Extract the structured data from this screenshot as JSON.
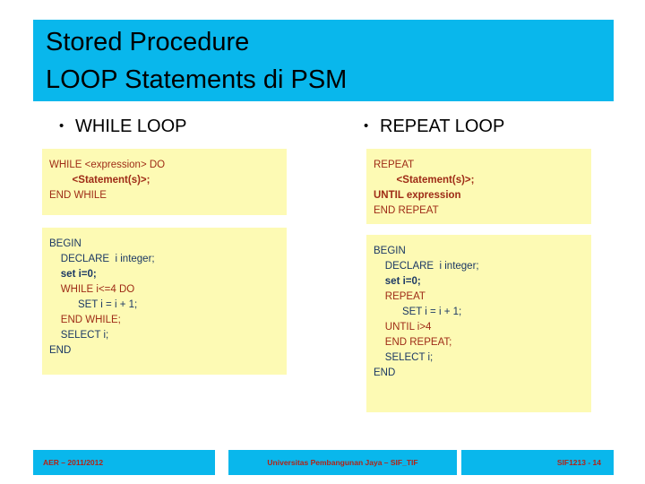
{
  "slide": {
    "title_lines": [
      "Stored Procedure",
      "LOOP Statements di PSM"
    ],
    "banner_color": "#09B7EC",
    "code_box_color": "#FDFAB4",
    "code_red": "#9E2B16",
    "code_navy": "#1B3864",
    "bullet_glyph": "•"
  },
  "columns": {
    "left": {
      "heading": "WHILE LOOP",
      "syntax_block": [
        "WHILE <expression> DO",
        "        <Statement(s)>;",
        "END WHILE"
      ],
      "example_block": [
        "BEGIN",
        "    DECLARE  i integer;",
        "    set i=0;",
        "    WHILE i<=4 DO",
        "          SET i = i + 1;",
        "    END WHILE;",
        "    SELECT i;",
        "END"
      ]
    },
    "right": {
      "heading": "REPEAT LOOP",
      "syntax_block": [
        "REPEAT",
        "        <Statement(s)>;",
        "UNTIL expression",
        "END REPEAT"
      ],
      "example_block": [
        "BEGIN",
        "    DECLARE  i integer;",
        "    set i=0;",
        "    REPEAT",
        "          SET i = i + 1;",
        "    UNTIL i>4",
        "    END REPEAT;",
        "    SELECT i;",
        "END"
      ]
    }
  },
  "footer": {
    "left": "AER – 2011/2012",
    "center": "Universitas Pembangunan Jaya – SIF_TIF",
    "right": "SIF1213 - 14"
  }
}
